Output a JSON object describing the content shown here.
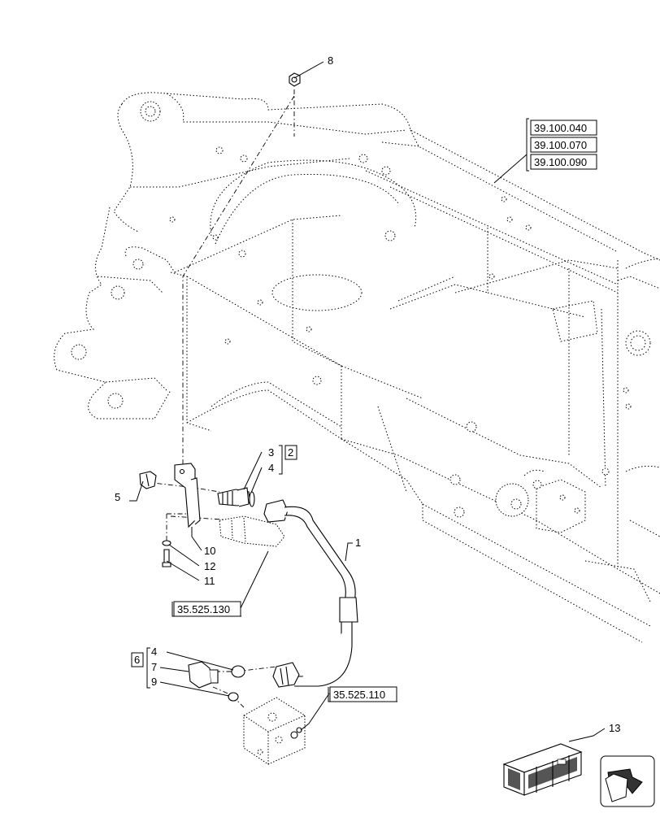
{
  "callouts": {
    "c1": "1",
    "c2": "2",
    "c3": "3",
    "c4a": "4",
    "c4b": "4",
    "c5": "5",
    "c6": "6",
    "c7": "7",
    "c8": "8",
    "c9": "9",
    "c10": "10",
    "c11": "11",
    "c12": "12",
    "c13": "13"
  },
  "references": {
    "ref_39_100_040": "39.100.040",
    "ref_39_100_070": "39.100.070",
    "ref_39_100_090": "39.100.090",
    "ref_35_525_130": "35.525.130",
    "ref_35_525_110": "35.525.110"
  },
  "colors": {
    "line": "#000000",
    "background": "#ffffff",
    "crate_fill": "#555555"
  },
  "icons": {
    "nav": "arrow-navigation-icon",
    "kit": "parts-crate-icon"
  }
}
